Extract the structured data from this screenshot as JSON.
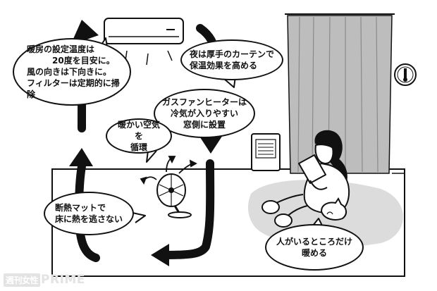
{
  "callouts": {
    "heater_settings": "暖房の設定温度は\n　　　20度を目安に。\n風の向きは下向きに。\nフィルターは定期的に掃除",
    "curtain": "夜は厚手のカーテンで\n保温効果を高める",
    "gas_fan_heater": "ガスファンヒーターは\n冷気が入りやすい\n窓側に設置",
    "warm_air": "暖かい空気を\n循環",
    "insulation_mat": "断熱マットで\n床に熱を逃さない",
    "spot_heating": "人がいるところだけ\n暖める"
  },
  "watermark": {
    "publisher": "週刊女性",
    "brand": "PRIME"
  },
  "colors": {
    "ink": "#111111",
    "floor_mat": "#dcdcdc",
    "curtain": "#bdbdbd",
    "watermark": "#e3e3e3"
  }
}
